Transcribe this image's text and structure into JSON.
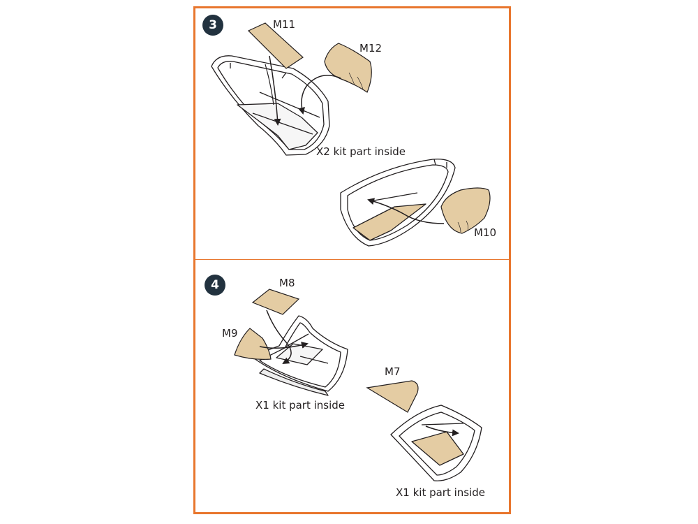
{
  "colors": {
    "border": "#e8762d",
    "badge": "#22323f",
    "part": "#e4cca3",
    "stroke": "#231f20"
  },
  "step3": {
    "badge": "3",
    "labels": {
      "m11": "M11",
      "m12": "M12",
      "m10": "M10"
    },
    "note1": "X2 kit part inside"
  },
  "step4": {
    "badge": "4",
    "labels": {
      "m8": "M8",
      "m9": "M9",
      "m7": "M7"
    },
    "note1": "X1 kit part inside",
    "note2": "X1 kit part inside"
  }
}
